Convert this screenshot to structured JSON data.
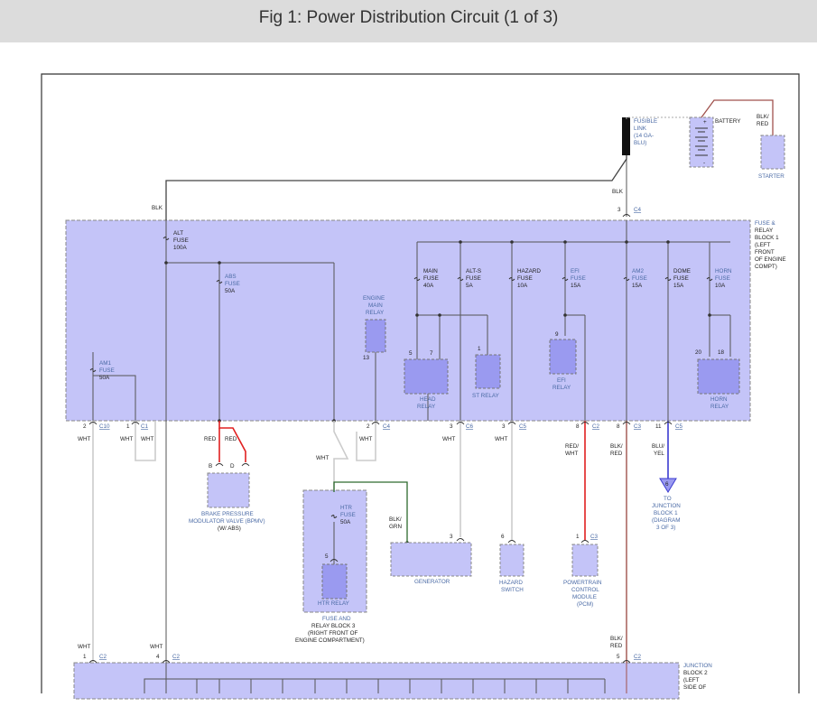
{
  "title": "Fig 1: Power Distribution Circuit (1 of 3)",
  "top": {
    "fusible_link": [
      "FUSIBLE",
      "LINK",
      "(14 GA-",
      "BLU)"
    ],
    "battery": "BATTERY",
    "battery_plus": "+",
    "battery_minus": "-",
    "blk_red": [
      "BLK/",
      "RED"
    ],
    "starter": "STARTER",
    "blk_main": "BLK",
    "blk_c4": "BLK",
    "pin3": "3",
    "c4": "C4"
  },
  "block1": {
    "name": [
      "FUSE &",
      "RELAY",
      "BLOCK 1",
      "(LEFT",
      "FRONT",
      "OF ENGINE",
      "COMPT)"
    ],
    "alt_fuse": [
      "ALT",
      "FUSE",
      "100A"
    ],
    "abs_fuse": [
      "ABS",
      "FUSE",
      "50A"
    ],
    "am1_fuse": [
      "AM1",
      "FUSE",
      "50A"
    ],
    "engine_main_relay": [
      "ENGINE",
      "MAIN",
      "RELAY"
    ],
    "emr_pin": "13",
    "main_fuse": [
      "MAIN",
      "FUSE",
      "40A"
    ],
    "alts_fuse": [
      "ALT-S",
      "FUSE",
      "5A"
    ],
    "hazard_fuse": [
      "HAZARD",
      "FUSE",
      "10A"
    ],
    "efi_fuse": [
      "EFI",
      "FUSE",
      "15A"
    ],
    "am2_fuse": [
      "AM2",
      "FUSE",
      "15A"
    ],
    "dome_fuse": [
      "DOME",
      "FUSE",
      "15A"
    ],
    "horn_fuse": [
      "HORN",
      "FUSE",
      "10A"
    ],
    "head_relay": [
      "HEAD",
      "RELAY"
    ],
    "st_relay": "ST RELAY",
    "efi_relay": [
      "EFI",
      "RELAY"
    ],
    "horn_relay": [
      "HORN",
      "RELAY"
    ],
    "hr_pin5": "5",
    "hr_pin7": "7",
    "st_pin1": "1",
    "efi_pin9": "9",
    "horn_pin20": "20",
    "horn_pin18": "18"
  },
  "connectors": {
    "p2": "2",
    "c10": "C10",
    "p1": "1",
    "c1": "C1",
    "p2b": "2",
    "c4": "C4",
    "p3": "3",
    "c6": "C6",
    "p3b": "3",
    "c5": "C5",
    "p8": "8",
    "c2": "C2",
    "p8b": "8",
    "c3": "C3",
    "p11": "11",
    "c5b": "C5"
  },
  "wires": {
    "wht_c10": "WHT",
    "wht_c1a": "WHT",
    "wht_c1b": "WHT",
    "red1": "RED",
    "red2": "RED",
    "wht_htr": "WHT",
    "wht_c4": "WHT",
    "wht_c6": "WHT",
    "wht_c5": "WHT",
    "red_wht": [
      "RED/",
      "WHT"
    ],
    "blk_red_c3": [
      "BLK/",
      "RED"
    ],
    "blu_yel": [
      "BLU/",
      "YEL"
    ],
    "blk_grn": [
      "BLK/",
      "GRN"
    ]
  },
  "lower": {
    "bpmv": [
      "BRAKE PRESSURE",
      "MODULATOR VALVE (BPMV)",
      "(W/ ABS)"
    ],
    "bpmv_b": "B",
    "bpmv_d": "D",
    "htr_fuse": [
      "HTR",
      "FUSE",
      "50A"
    ],
    "htr_relay": "HTR RELAY",
    "htr_pin5": "5",
    "block3": [
      "FUSE AND",
      "RELAY BLOCK 3",
      "(RIGHT FRONT OF",
      "ENGINE COMPARTMENT)"
    ],
    "generator": "GENERATOR",
    "gen_pin3": "3",
    "hazard_switch": [
      "HAZARD",
      "SWITCH"
    ],
    "hs_pin6": "6",
    "pcm": [
      "POWERTRAIN",
      "CONTROL",
      "MODULE",
      "(PCM)"
    ],
    "pcm_pin1": "1",
    "pcm_c3": "C3",
    "to_jb1": [
      "TO",
      "JUNCTION",
      "BLOCK 1",
      "(DIAGRAM",
      "3 OF 3)"
    ],
    "arrow_num": "6"
  },
  "bottom": {
    "wht1": "WHT",
    "wht2": "WHT",
    "p1": "1",
    "c2a": "C2",
    "p4": "4",
    "c2b": "C2",
    "blk_red": [
      "BLK/",
      "RED"
    ],
    "p5": "5",
    "c2c": "C2",
    "jb2": [
      "JUNCTION",
      "BLOCK 2",
      "(LEFT",
      "SIDE OF"
    ]
  }
}
